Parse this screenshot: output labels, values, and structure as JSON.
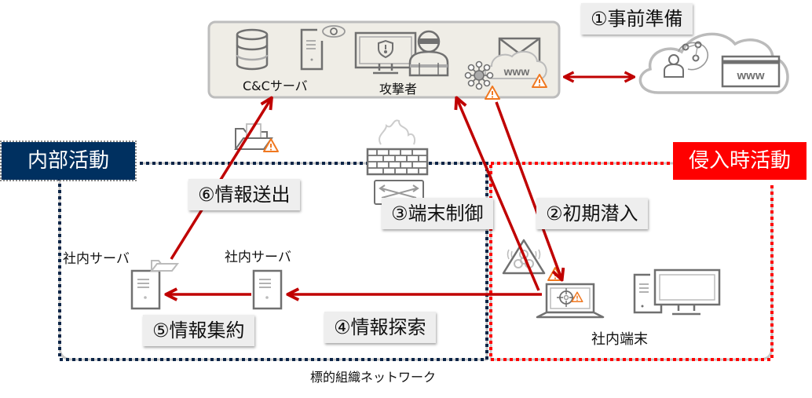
{
  "attacker_zone": {
    "cc_server_label": "C&Cサーバ",
    "attacker_label": "攻撃者",
    "www_text": "www"
  },
  "internet": {
    "www_text": "www"
  },
  "categories": {
    "internal": {
      "label": "内部活動",
      "color": "#003060"
    },
    "intrusion": {
      "label": "侵入時活動",
      "color": "#ff0000"
    }
  },
  "steps": [
    {
      "id": 1,
      "label": "①事前準備"
    },
    {
      "id": 2,
      "label": "②初期潜入"
    },
    {
      "id": 3,
      "label": "③端末制御"
    },
    {
      "id": 4,
      "label": "④情報探索"
    },
    {
      "id": 5,
      "label": "⑤情報集約"
    },
    {
      "id": 6,
      "label": "⑥情報送出"
    }
  ],
  "nodes": {
    "server_left_label": "社内サーバ",
    "server_mid_label": "社内サーバ",
    "terminal_label": "社内端末"
  },
  "network_label": "標的組織ネットワーク",
  "colors": {
    "arrow": "#c00000",
    "warning": "#f07820",
    "zone_bg": "#efede6",
    "icon_gray": "#707070"
  }
}
